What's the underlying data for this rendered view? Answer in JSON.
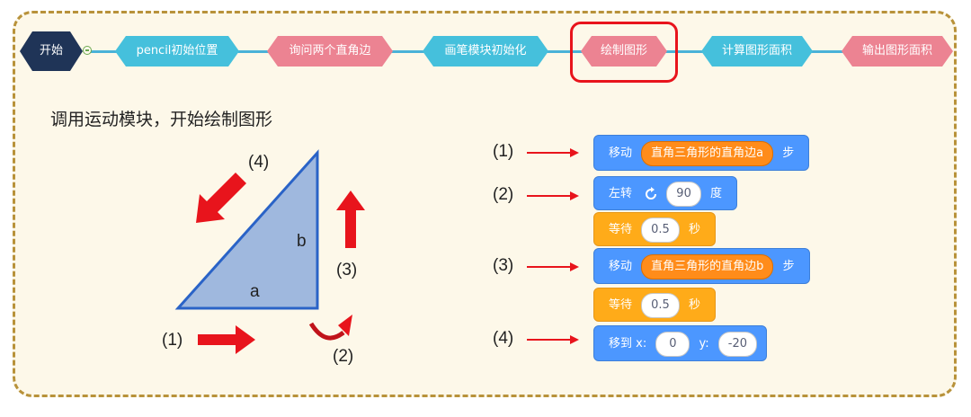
{
  "flow": {
    "steps": [
      {
        "label": "开始",
        "type": "start"
      },
      {
        "label": "pencil初始位置",
        "type": "blue"
      },
      {
        "label": "询问两个直角边",
        "type": "pink"
      },
      {
        "label": "画笔模块初始化",
        "type": "blue"
      },
      {
        "label": "绘制图形",
        "type": "pink"
      },
      {
        "label": "计算图形面积",
        "type": "blue"
      },
      {
        "label": "输出图形面积",
        "type": "pink"
      }
    ],
    "highlighted_step": "绘制图形"
  },
  "heading": "调用运动模块，开始绘制图形",
  "diagram": {
    "side_a": "a",
    "side_b": "b",
    "step_labels": [
      "(1)",
      "(2)",
      "(3)",
      "(4)"
    ]
  },
  "blocks": {
    "row_labels": [
      "(1)",
      "(2)",
      "(3)",
      "(4)"
    ],
    "move1": {
      "prefix": "移动",
      "reporter": "直角三角形的直角边a",
      "suffix": "步"
    },
    "turn": {
      "prefix": "左转",
      "value": "90",
      "suffix": "度"
    },
    "wait1": {
      "prefix": "等待",
      "value": "0.5",
      "suffix": "秒"
    },
    "move2": {
      "prefix": "移动",
      "reporter": "直角三角形的直角边b",
      "suffix": "步"
    },
    "wait2": {
      "prefix": "等待",
      "value": "0.5",
      "suffix": "秒"
    },
    "goto": {
      "prefix": "移到 x:",
      "x": "0",
      "ylabel": "y:",
      "y": "-20"
    }
  },
  "colors": {
    "motion": "#4c97ff",
    "control": "#ffab19",
    "reporter": "#ff8c1a",
    "arrow": "#e8141c",
    "triangle_fill": "#9fb8de",
    "triangle_stroke": "#2a63c7",
    "flow_blue": "#45c0dc",
    "flow_pink": "#ec8392",
    "start": "#1f3457",
    "panel_border": "#b8923a"
  }
}
